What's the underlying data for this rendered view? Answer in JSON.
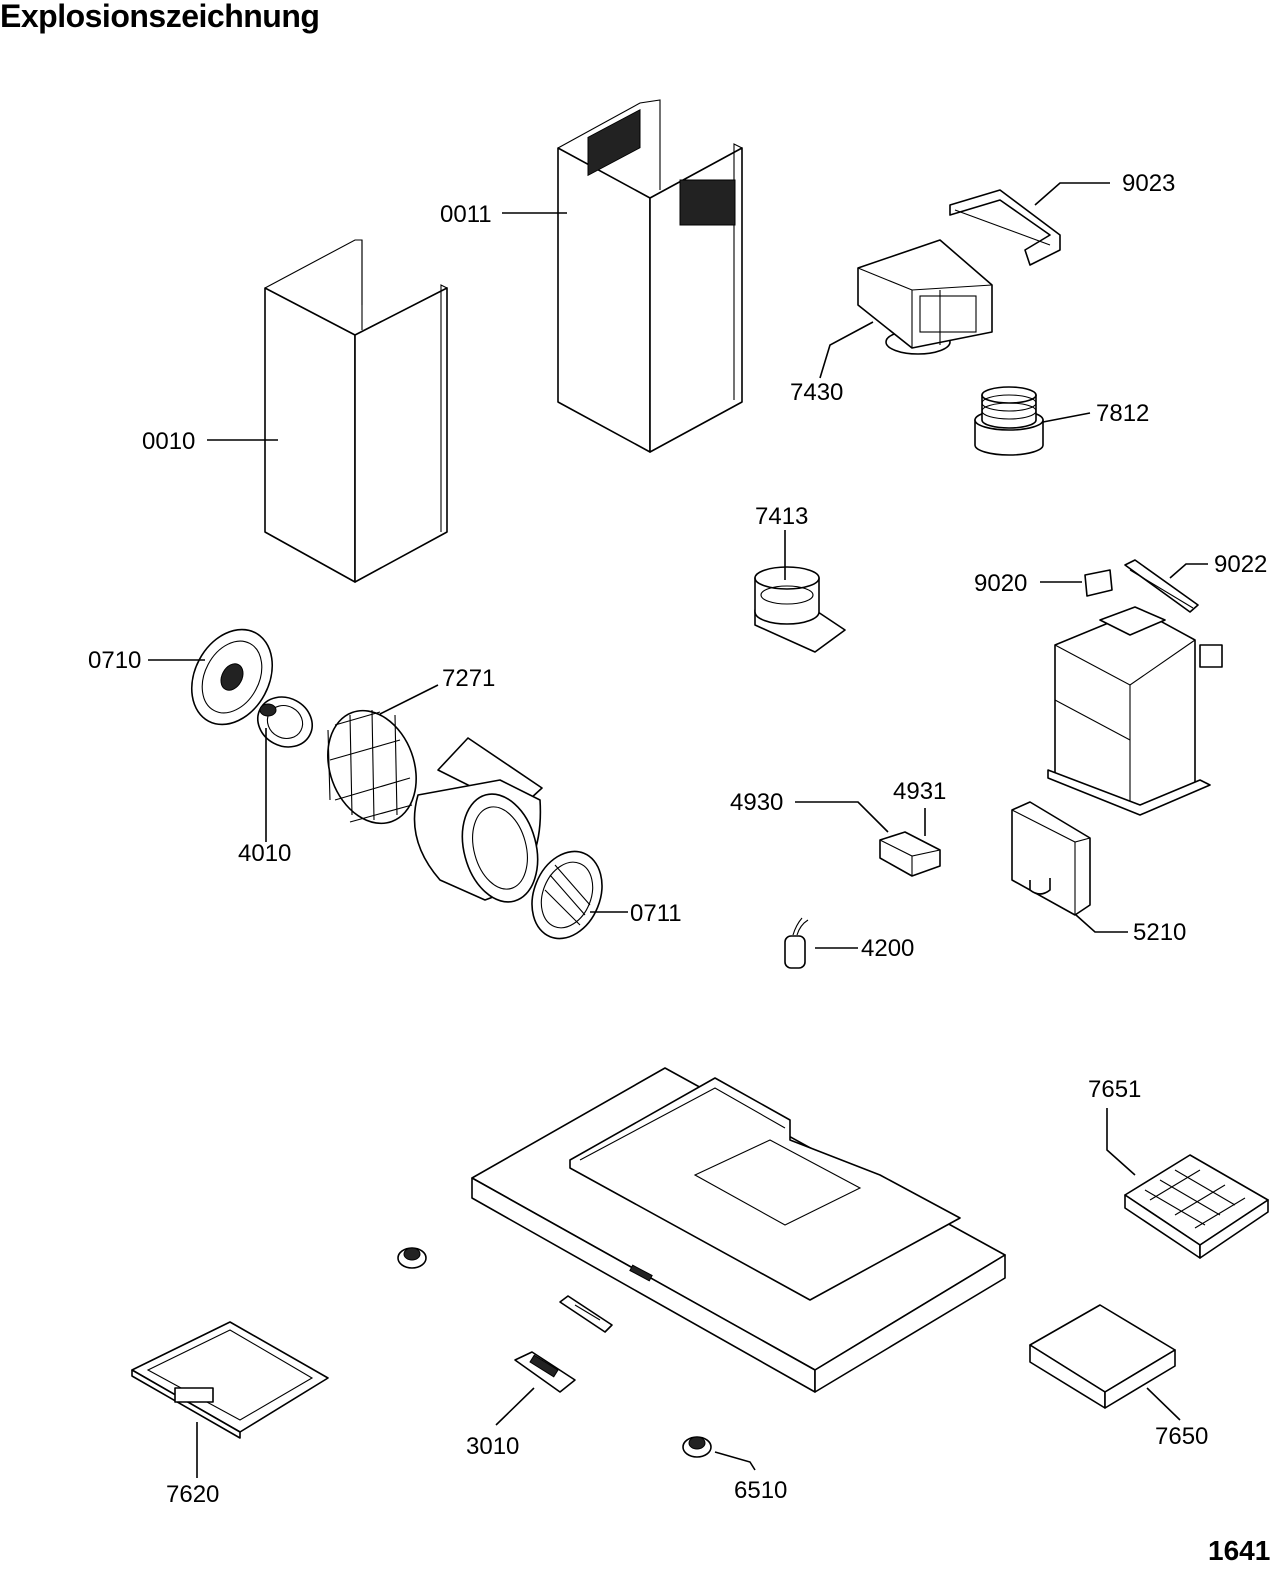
{
  "title": "Explosionszeichnung",
  "page_number": "1641",
  "parts": [
    {
      "key": "p0011",
      "label": "0011"
    },
    {
      "key": "p9023",
      "label": "9023"
    },
    {
      "key": "p7430",
      "label": "7430"
    },
    {
      "key": "p7812",
      "label": "7812"
    },
    {
      "key": "p0010",
      "label": "0010"
    },
    {
      "key": "p7413",
      "label": "7413"
    },
    {
      "key": "p9020",
      "label": "9020"
    },
    {
      "key": "p9022",
      "label": "9022"
    },
    {
      "key": "p0710",
      "label": "0710"
    },
    {
      "key": "p7271",
      "label": "7271"
    },
    {
      "key": "p4010",
      "label": "4010"
    },
    {
      "key": "p4930",
      "label": "4930"
    },
    {
      "key": "p4931",
      "label": "4931"
    },
    {
      "key": "p0711",
      "label": "0711"
    },
    {
      "key": "p4200",
      "label": "4200"
    },
    {
      "key": "p5210",
      "label": "5210"
    },
    {
      "key": "p7651",
      "label": "7651"
    },
    {
      "key": "p7650",
      "label": "7650"
    },
    {
      "key": "p7620",
      "label": "7620"
    },
    {
      "key": "p3010",
      "label": "3010"
    },
    {
      "key": "p6510",
      "label": "6510"
    }
  ]
}
